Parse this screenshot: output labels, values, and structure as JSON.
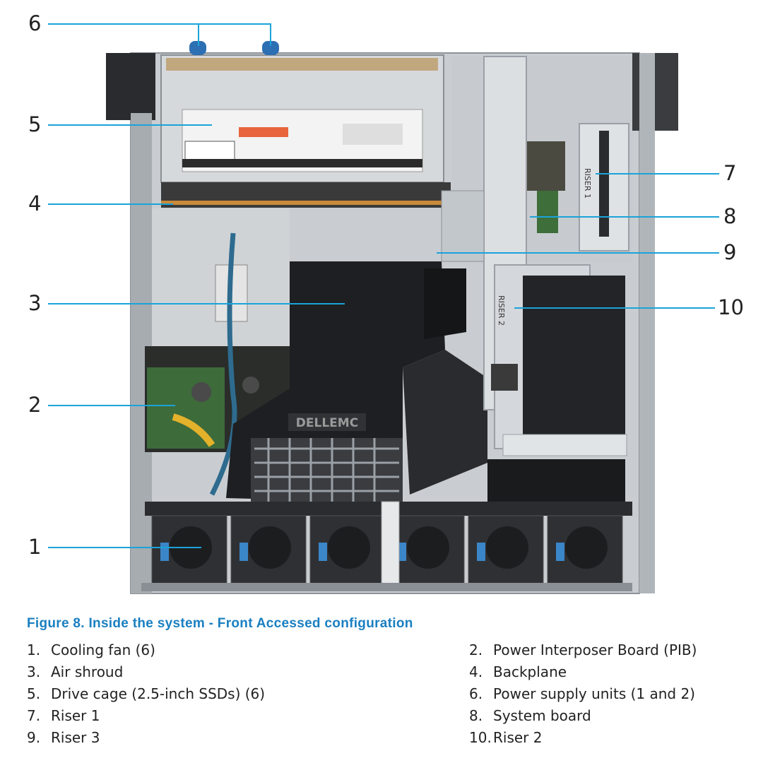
{
  "figure": {
    "caption": "Figure 8. Inside the system - Front Accessed configuration",
    "callouts": [
      "1",
      "2",
      "3",
      "4",
      "5",
      "6",
      "7",
      "8",
      "9",
      "10"
    ],
    "inner_labels": {
      "logo": "DELLEMC",
      "riser1": "RISER 1",
      "riser2": "RISER 2"
    },
    "colors": {
      "caption": "#1a7fc1",
      "leader_line": "#1aa3d9",
      "chassis": "#b9bec4",
      "shroud": "#1e1f22"
    }
  },
  "legend": [
    {
      "num": "1.",
      "label": "Cooling fan (6)"
    },
    {
      "num": "2.",
      "label": "Power Interposer Board (PIB)"
    },
    {
      "num": "3.",
      "label": "Air shroud"
    },
    {
      "num": "4.",
      "label": "Backplane"
    },
    {
      "num": "5.",
      "label": "Drive cage (2.5-inch SSDs) (6)"
    },
    {
      "num": "6.",
      "label": "Power supply units (1 and 2)"
    },
    {
      "num": "7.",
      "label": "Riser 1"
    },
    {
      "num": "8.",
      "label": "System board"
    },
    {
      "num": "9.",
      "label": "Riser 3"
    },
    {
      "num": "10.",
      "label": "Riser 2"
    }
  ]
}
